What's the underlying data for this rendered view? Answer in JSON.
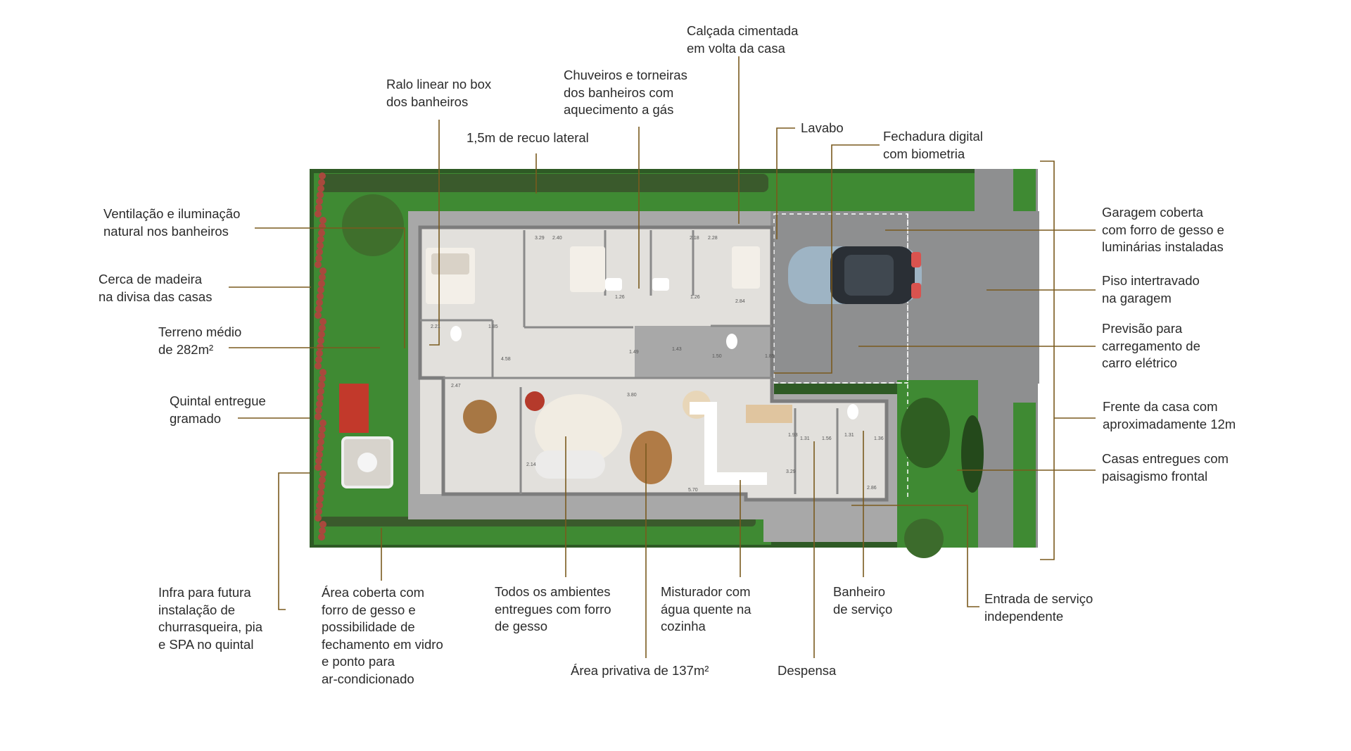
{
  "colors": {
    "leader": "#7a5a1e",
    "grass": "#3f8a33",
    "grass_dark": "#2f6b27",
    "hedge": "#3a5a2c",
    "path": "#a8a8a8",
    "pavers": "#8e8f90",
    "floor": "#e2e0dc",
    "wall": "#8a8a8a",
    "car": "#9eb4c4",
    "spa_red": "#c2392b"
  },
  "annotations": [
    {
      "id": "calcada",
      "text": "Calçada cimentada\nem volta da casa"
    },
    {
      "id": "ralo",
      "text": "Ralo linear no box\ndos banheiros"
    },
    {
      "id": "chuveiros",
      "text": "Chuveiros e torneiras\ndos banheiros com\naquecimento a gás"
    },
    {
      "id": "recuo",
      "text": "1,5m de recuo lateral"
    },
    {
      "id": "lavabo",
      "text": "Lavabo"
    },
    {
      "id": "fechadura",
      "text": "Fechadura digital\ncom biometria"
    },
    {
      "id": "ventilacao",
      "text": "Ventilação e iluminação\nnatural nos banheiros"
    },
    {
      "id": "cerca",
      "text": "Cerca de madeira\nna divisa das casas"
    },
    {
      "id": "terreno",
      "text": "Terreno médio\nde 282m²"
    },
    {
      "id": "quintal",
      "text": "Quintal entregue\ngramado"
    },
    {
      "id": "garagem",
      "text": "Garagem coberta\ncom forro de gesso e\nluminárias instaladas"
    },
    {
      "id": "piso",
      "text": "Piso intertravado\nna garagem"
    },
    {
      "id": "previsao",
      "text": "Previsão para\ncarregamento de\ncarro elétrico"
    },
    {
      "id": "frente",
      "text": "Frente da casa com\naproximadamente 12m"
    },
    {
      "id": "paisagismo",
      "text": "Casas entregues com\npaisagismo frontal"
    },
    {
      "id": "infra",
      "text": "Infra para futura\ninstalação de\nchurrasqueira, pia\ne SPA no quintal"
    },
    {
      "id": "area_coberta",
      "text": "Área coberta com\nforro de gesso e\npossibilidade de\nfechamento em vidro\ne ponto para\nar-condicionado"
    },
    {
      "id": "todos",
      "text": "Todos os ambientes\nentregues com forro\nde gesso"
    },
    {
      "id": "misturador",
      "text": "Misturador com\nágua quente na\ncozinha"
    },
    {
      "id": "banheiro_servico",
      "text": "Banheiro\nde serviço"
    },
    {
      "id": "entrada",
      "text": "Entrada de serviço\nindependente"
    },
    {
      "id": "area_privativa",
      "text": "Área privativa de 137m²"
    },
    {
      "id": "despensa",
      "text": "Despensa"
    }
  ],
  "plan_dimensions": [
    "3.29",
    "2.40",
    "2.18",
    "2.28",
    "1.26",
    "1.26",
    "2.84",
    "2.21",
    "1.85",
    "4.58",
    "1.49",
    "1.43",
    "1.50",
    "1.85",
    "2.47",
    "3.80",
    "2.14",
    "1.93",
    "1.31",
    "1.56",
    "1.31",
    "1.36",
    "2.86",
    "5.70",
    "3.29"
  ]
}
